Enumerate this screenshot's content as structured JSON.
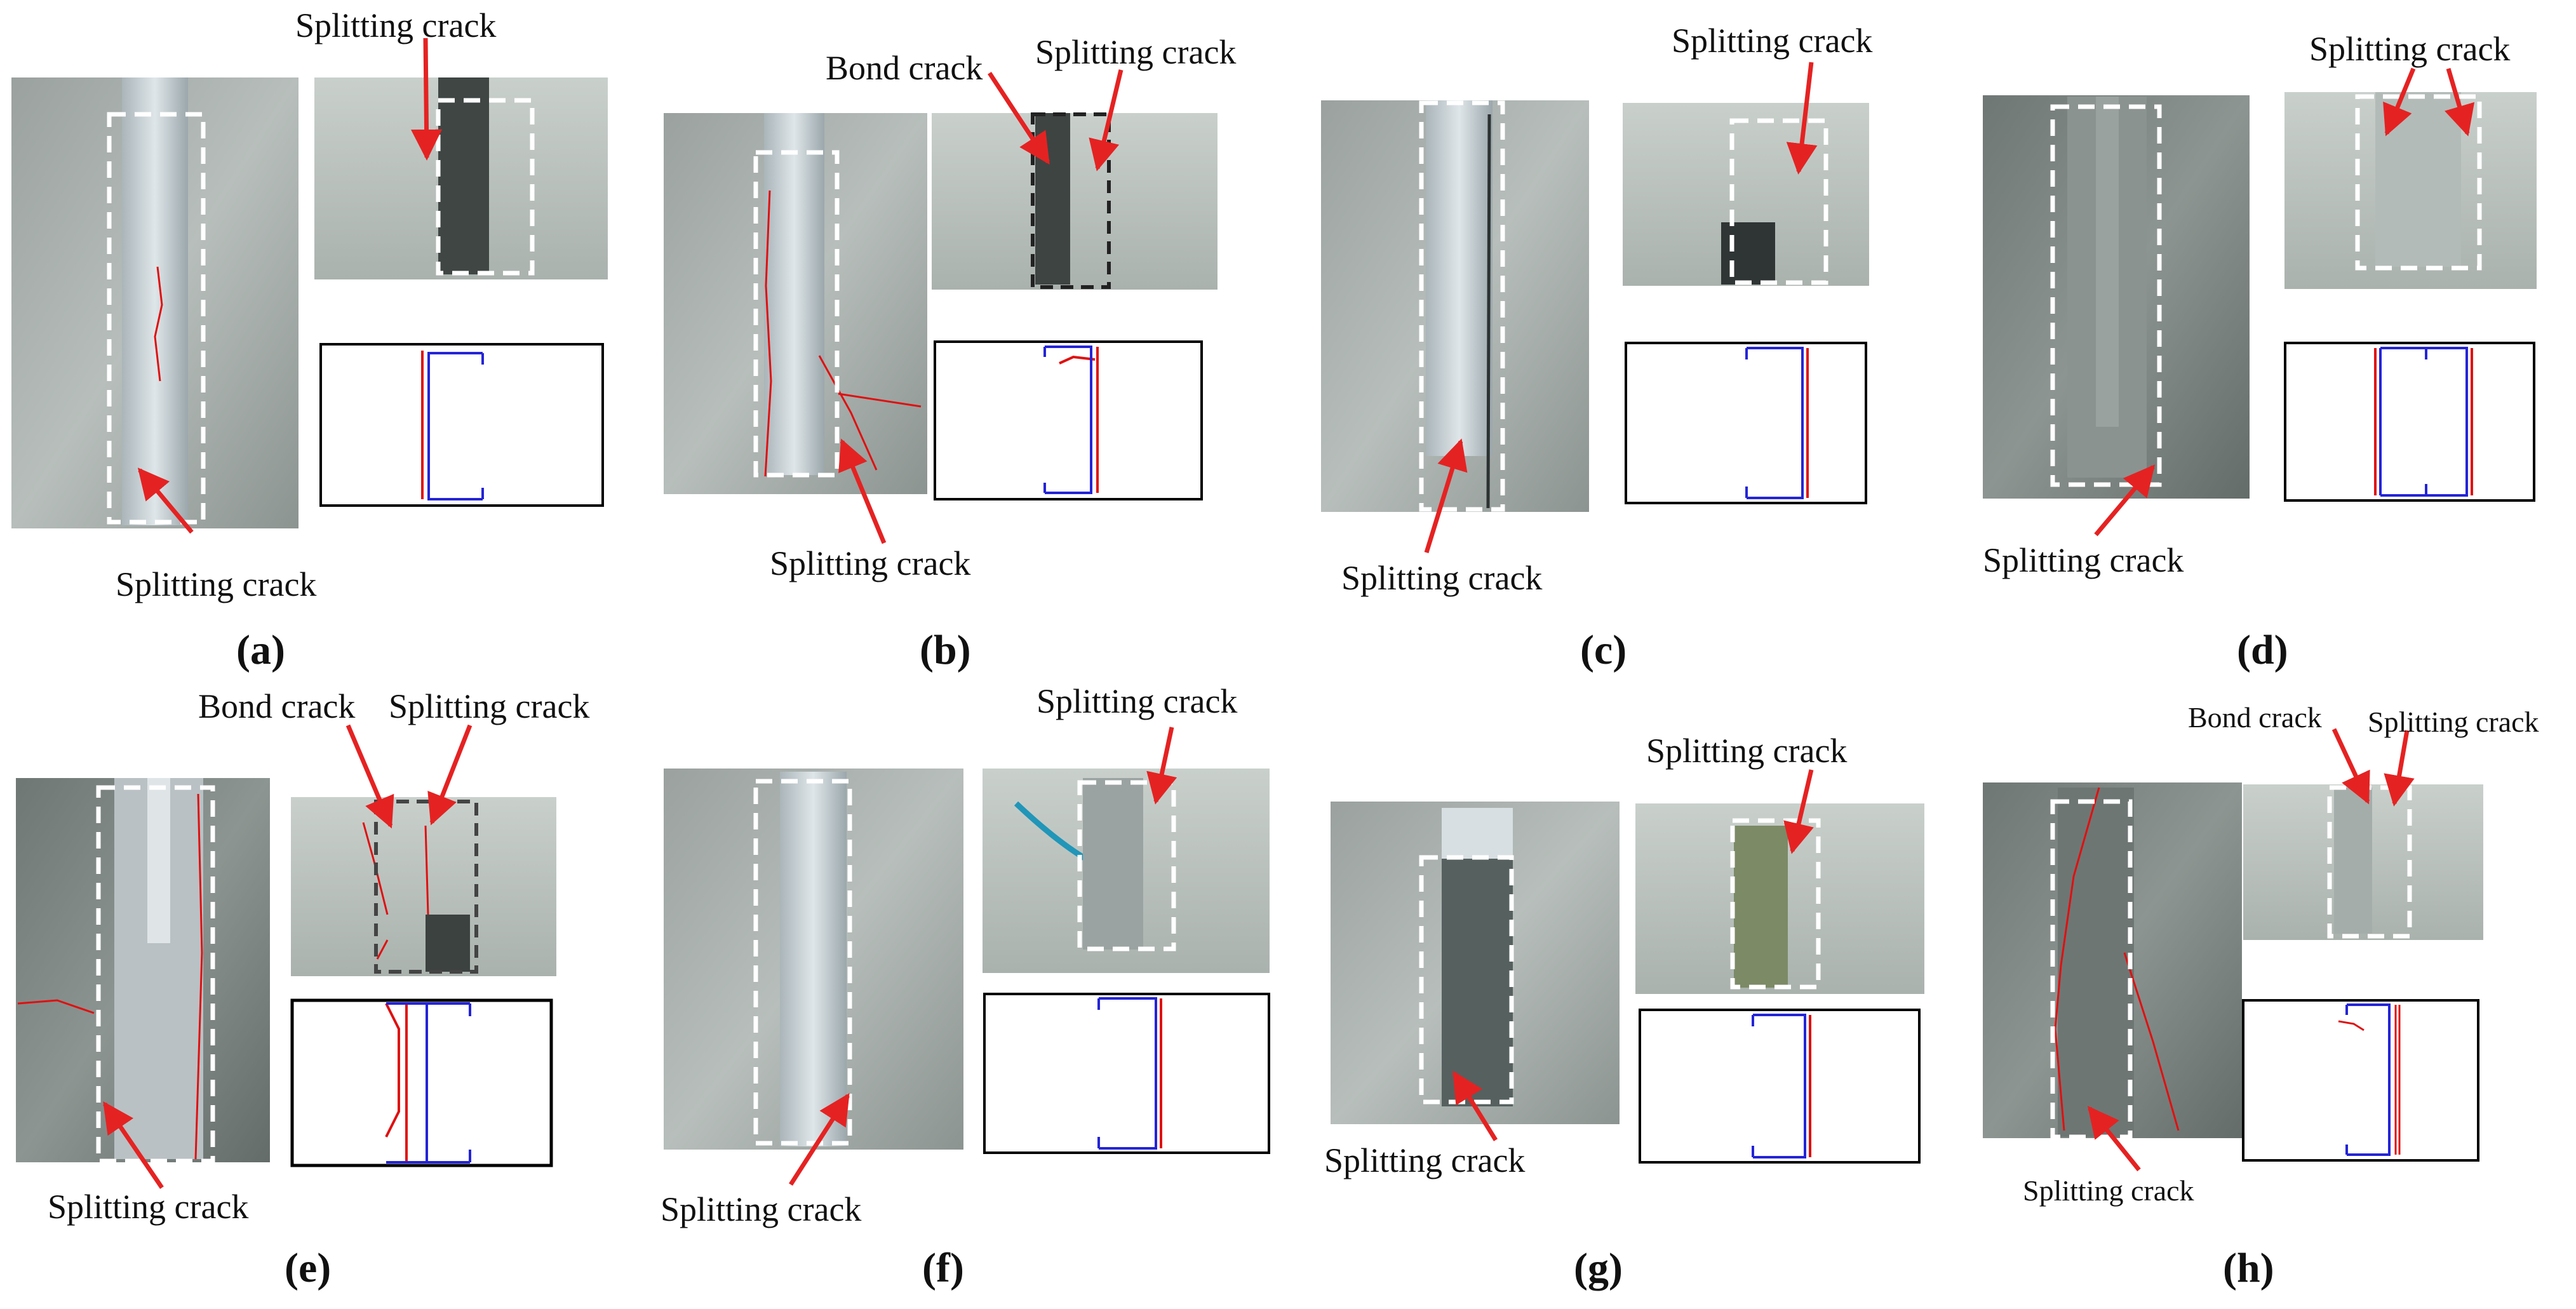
{
  "panels": [
    {
      "id": "a",
      "label": "(a)",
      "annotations": [
        "Splitting crack",
        "Splitting crack"
      ]
    },
    {
      "id": "b",
      "label": "(b)",
      "annotations": [
        "Bond crack",
        "Splitting crack",
        "Splitting crack"
      ]
    },
    {
      "id": "c",
      "label": "(c)",
      "annotations": [
        "Splitting crack",
        "Splitting crack"
      ]
    },
    {
      "id": "d",
      "label": "(d)",
      "annotations": [
        "Splitting crack",
        "Splitting crack"
      ]
    },
    {
      "id": "e",
      "label": "(e)",
      "annotations": [
        "Bond crack",
        "Splitting crack",
        "Splitting crack"
      ]
    },
    {
      "id": "f",
      "label": "(f)",
      "annotations": [
        "Splitting crack",
        "Splitting crack"
      ]
    },
    {
      "id": "g",
      "label": "(g)",
      "annotations": [
        "Splitting crack",
        "Splitting crack"
      ]
    },
    {
      "id": "h",
      "label": "(h)",
      "annotations": [
        "Bond crack",
        "Splitting crack",
        "Splitting crack"
      ]
    }
  ],
  "colors": {
    "concrete_light": "#b9c0bd",
    "concrete_dark": "#7f8784",
    "steel": "#c8d2d6",
    "crack_red": "#e01010",
    "arrow_red": "#e52222",
    "diagram_blue": "#2424d8",
    "dash_white": "#ffffff"
  }
}
